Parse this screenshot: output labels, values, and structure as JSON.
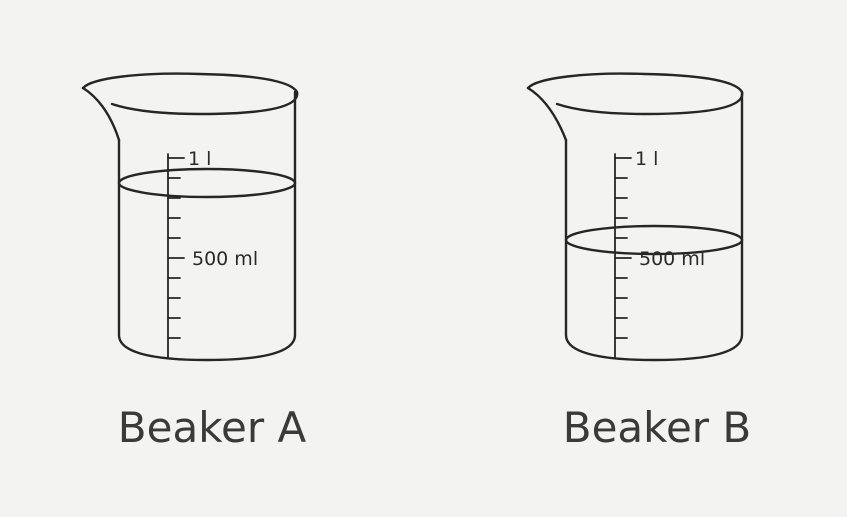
{
  "beakers": [
    {
      "name": "Beaker A",
      "top_label": "1 l",
      "mid_label": "500 ml",
      "fill_ml": 900
    },
    {
      "name": "Beaker B",
      "top_label": "1 l",
      "mid_label": "500 ml",
      "fill_ml": 500
    }
  ],
  "scale": {
    "max_ml": 1000,
    "tick_step_ml": 100
  },
  "colors": {
    "ink": "#262626",
    "paper": "#f3f3f1"
  }
}
